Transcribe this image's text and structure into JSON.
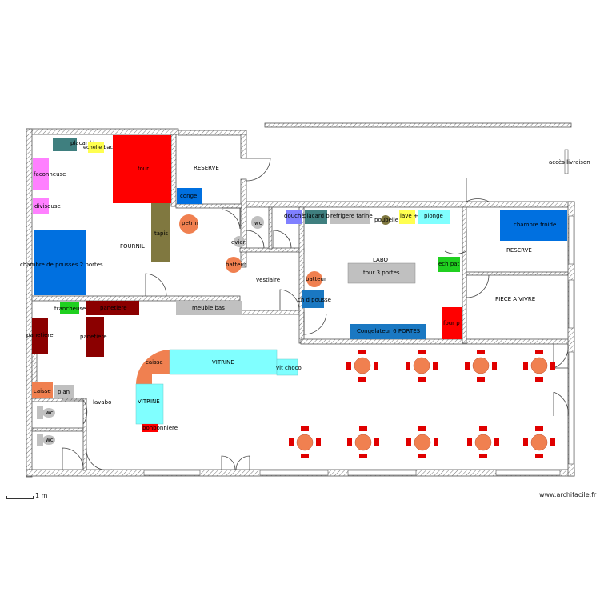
{
  "labels": {
    "placard_bas_1": "placard bas",
    "echelle_bac": "echelle bac",
    "four_main": "four",
    "reserve_1": "RESERVE",
    "faconneuse": "faconneuse",
    "diviseuse": "diviseuse",
    "congel": "congel",
    "tapis": "tapis",
    "petrin": "petrin",
    "fournil": "FOURNIL",
    "chambre_pousses": "chambre de pousses 2 portes",
    "evier": "evier",
    "batteur_1": "batteur",
    "wc_1": "wc",
    "douche": "douche",
    "placard_bas_2": "placard bas",
    "refrigere_farine": "refrigere farine",
    "poubelle": "poubelle",
    "lave": "lave +",
    "plonge": "plonge",
    "chambre_froide": "chambre froide",
    "reserve_2": "RESERVE",
    "labo": "LABO",
    "tour": "tour 3 portes",
    "ech_pat": "ech pat",
    "vestiaire": "vestiaire",
    "batteur_2": "batteur",
    "ch_pousse": "ch d pousse",
    "piece_a_vivre": "PIECE A VIVRE",
    "four_pat": "four p",
    "congelateur": "Congelateur 6 PORTES",
    "trancheuse": "trancheuse",
    "panetiere_1": "panetiere",
    "panetiere_2": "panetiere",
    "panetiere_3": "panetiere",
    "meuble_bas": "meuble bas",
    "caisse_1": "caisse",
    "vitrine_1": "VITRINE",
    "vit_choco": "vit choco",
    "vitrine_2": "VITRINE",
    "caisse_2": "caisse",
    "plan": "plan",
    "lavabo": "lavabo",
    "wc_2": "wc",
    "wc_3": "wc",
    "bonbonniere": "bonbonniere",
    "acces_livraison": "accès livraison"
  },
  "scale_label": "1 m",
  "watermark": "www.archifacile.fr",
  "colors": {
    "red": "#ff0000",
    "dark_red": "#8b0000",
    "blue": "#0070e0",
    "steel_blue": "#1a78c2",
    "cyan": "#80ffff",
    "pink": "#ff80ff",
    "olive": "#807840",
    "orange": "#f08050",
    "grey": "#c0c0c0",
    "teal": "#3f7f7f",
    "yellow": "#ffff50",
    "green": "#20d020",
    "lavender": "#8080ff",
    "table_red": "#e00000"
  },
  "icons": [
    "door-swing-icon",
    "table-with-chairs-icon",
    "toilet-icon"
  ]
}
